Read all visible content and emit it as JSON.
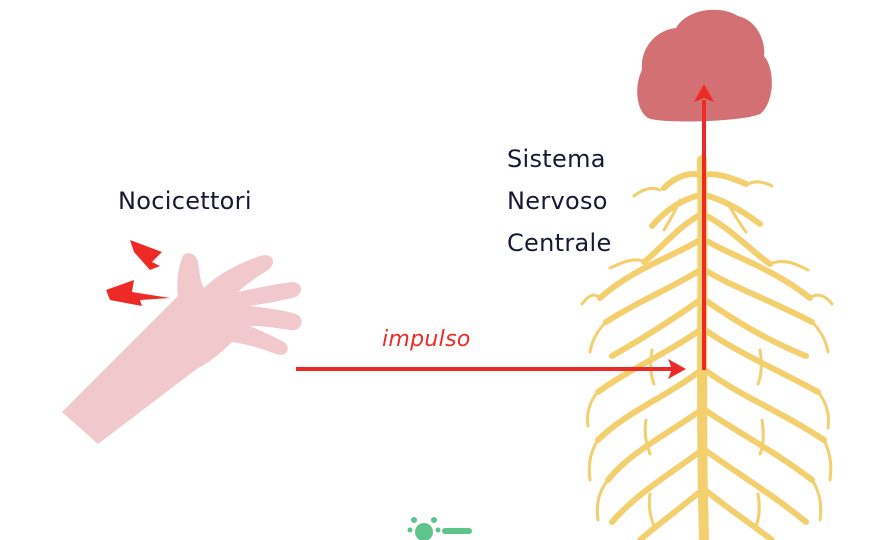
{
  "labels": {
    "nociceptors": "Nocicettori",
    "cns": [
      "Sistema",
      "Nervoso",
      "Centrale"
    ],
    "impulse": "impulso"
  },
  "colors": {
    "hand": "#f1c9cc",
    "brain": "#d37074",
    "nerves": "#f3cf6e",
    "arrow": "#ee2a27",
    "text": "#141a33",
    "logo": "#5ec48c"
  },
  "icons": [
    "hand-icon",
    "pain-bolt-icon",
    "brain-icon",
    "spinal-nerves-icon",
    "logo-icon"
  ]
}
